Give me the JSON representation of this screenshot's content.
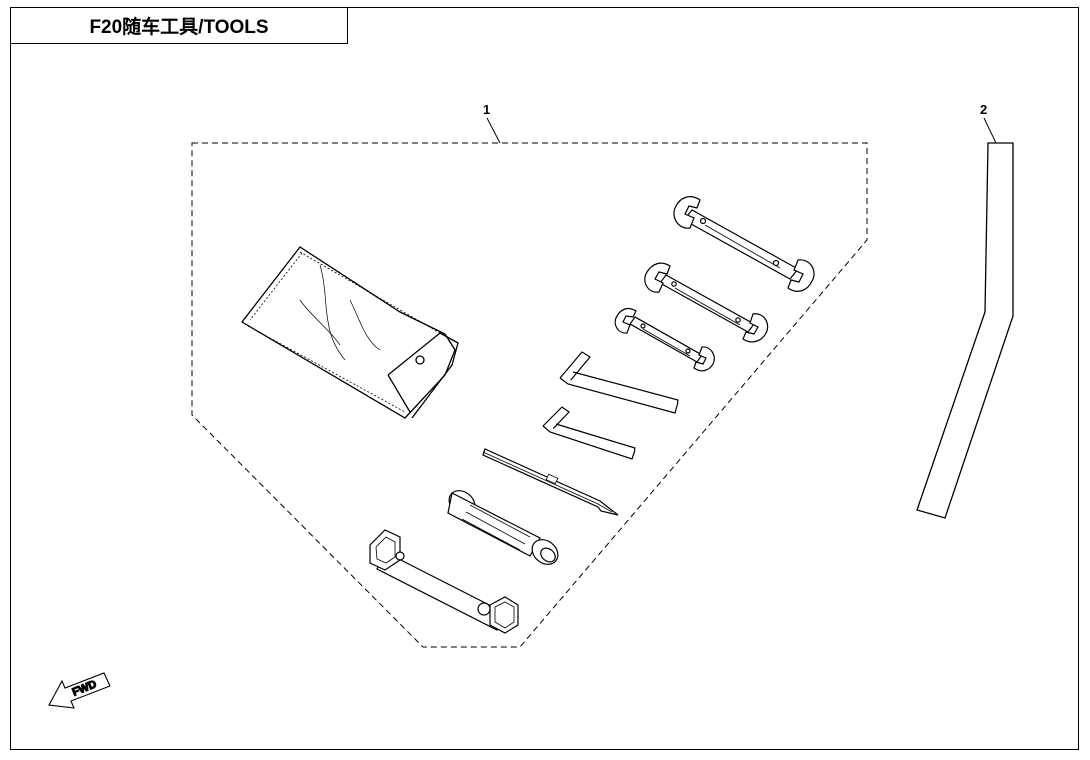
{
  "title": "F20随车工具/TOOLS",
  "callouts": {
    "item1": "1",
    "item2": "2"
  },
  "direction_label": "FWD",
  "parts": [
    "tool-pouch-icon",
    "open-end-wrench-large-icon",
    "open-end-wrench-medium-icon",
    "open-end-wrench-small-icon",
    "hex-key-large-icon",
    "hex-key-small-icon",
    "screwdriver-bit-icon",
    "screwdriver-handle-icon",
    "spark-plug-socket-wrench-icon",
    "extension-bar-icon"
  ]
}
